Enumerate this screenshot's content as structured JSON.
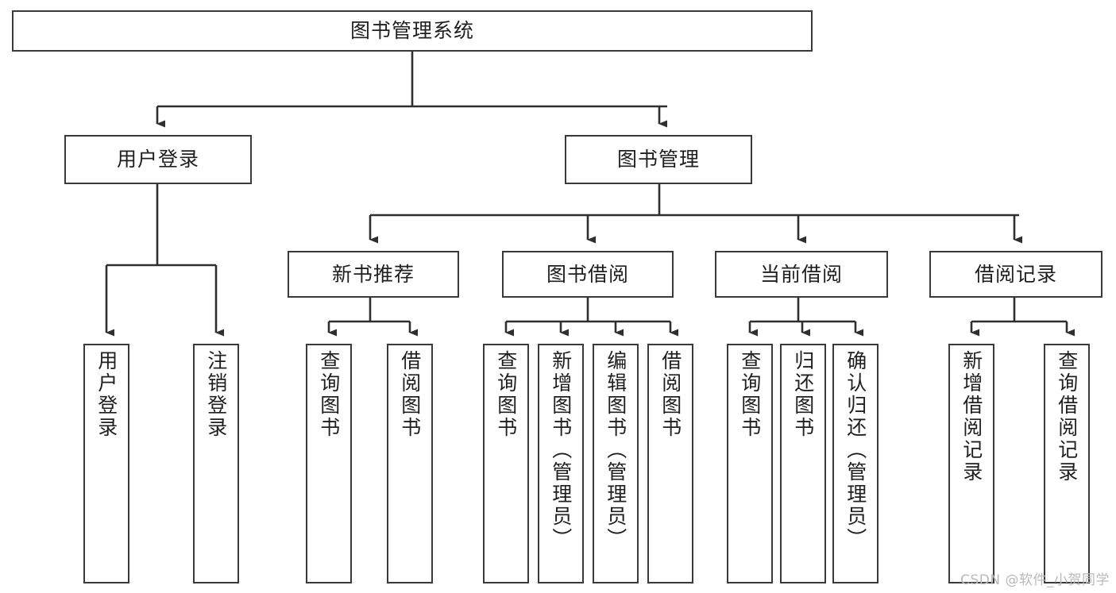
{
  "diagram": {
    "title": "图书管理系统",
    "type": "tree-hierarchy-chart",
    "colors": {
      "node_border": "#3a3a3a",
      "node_fill": "#ffffff",
      "edge": "#2f2f2f",
      "text": "#1f1f1f",
      "watermark": "#b9b9b9",
      "background": "#ffffff"
    }
  },
  "watermark": {
    "text": "CSDN @软件_小贺同学"
  },
  "nodes": {
    "root": {
      "label": "图书管理系统"
    },
    "level2": [
      {
        "id": "user-login",
        "label": "用户登录"
      },
      {
        "id": "book-management",
        "label": "图书管理"
      }
    ],
    "level3": [
      {
        "id": "new-book-recommend",
        "label": "新书推荐"
      },
      {
        "id": "book-borrow",
        "label": "图书借阅"
      },
      {
        "id": "current-borrow",
        "label": "当前借阅"
      },
      {
        "id": "borrow-record",
        "label": "借阅记录"
      }
    ],
    "leaves": {
      "user_login": [
        {
          "id": "leaf-user-login",
          "label": "用户登录"
        },
        {
          "id": "leaf-logout-login",
          "label": "注销登录"
        }
      ],
      "new_book_recommend": [
        {
          "id": "leaf-query-book-1",
          "label": "查询图书"
        },
        {
          "id": "leaf-borrow-book-1",
          "label": "借阅图书"
        }
      ],
      "book_borrow": [
        {
          "id": "leaf-query-book-2",
          "label": "查询图书"
        },
        {
          "id": "leaf-add-book",
          "label": "新增图书（管理员）"
        },
        {
          "id": "leaf-edit-book",
          "label": "编辑图书（管理员）"
        },
        {
          "id": "leaf-borrow-book-2",
          "label": "借阅图书"
        }
      ],
      "current_borrow": [
        {
          "id": "leaf-query-book-3",
          "label": "查询图书"
        },
        {
          "id": "leaf-return-book",
          "label": "归还图书"
        },
        {
          "id": "leaf-confirm-return",
          "label": "确认归还（管理员）"
        }
      ],
      "borrow_record": [
        {
          "id": "leaf-add-record",
          "label": "新增借阅记录"
        },
        {
          "id": "leaf-query-record",
          "label": "查询借阅记录"
        }
      ]
    }
  },
  "chart_data": {
    "type": "tree",
    "title": "图书管理系统",
    "root": "图书管理系统",
    "edges": [
      {
        "from": "图书管理系统",
        "to": "用户登录"
      },
      {
        "from": "图书管理系统",
        "to": "图书管理"
      },
      {
        "from": "用户登录",
        "to": "用户登录"
      },
      {
        "from": "用户登录",
        "to": "注销登录"
      },
      {
        "from": "图书管理",
        "to": "新书推荐"
      },
      {
        "from": "图书管理",
        "to": "图书借阅"
      },
      {
        "from": "图书管理",
        "to": "当前借阅"
      },
      {
        "from": "图书管理",
        "to": "借阅记录"
      },
      {
        "from": "新书推荐",
        "to": "查询图书"
      },
      {
        "from": "新书推荐",
        "to": "借阅图书"
      },
      {
        "from": "图书借阅",
        "to": "查询图书"
      },
      {
        "from": "图书借阅",
        "to": "新增图书（管理员）"
      },
      {
        "from": "图书借阅",
        "to": "编辑图书（管理员）"
      },
      {
        "from": "图书借阅",
        "to": "借阅图书"
      },
      {
        "from": "当前借阅",
        "to": "查询图书"
      },
      {
        "from": "当前借阅",
        "to": "归还图书"
      },
      {
        "from": "当前借阅",
        "to": "确认归还（管理员）"
      },
      {
        "from": "借阅记录",
        "to": "新增借阅记录"
      },
      {
        "from": "借阅记录",
        "to": "查询借阅记录"
      }
    ],
    "levels": 4,
    "orientation": "top-down"
  }
}
